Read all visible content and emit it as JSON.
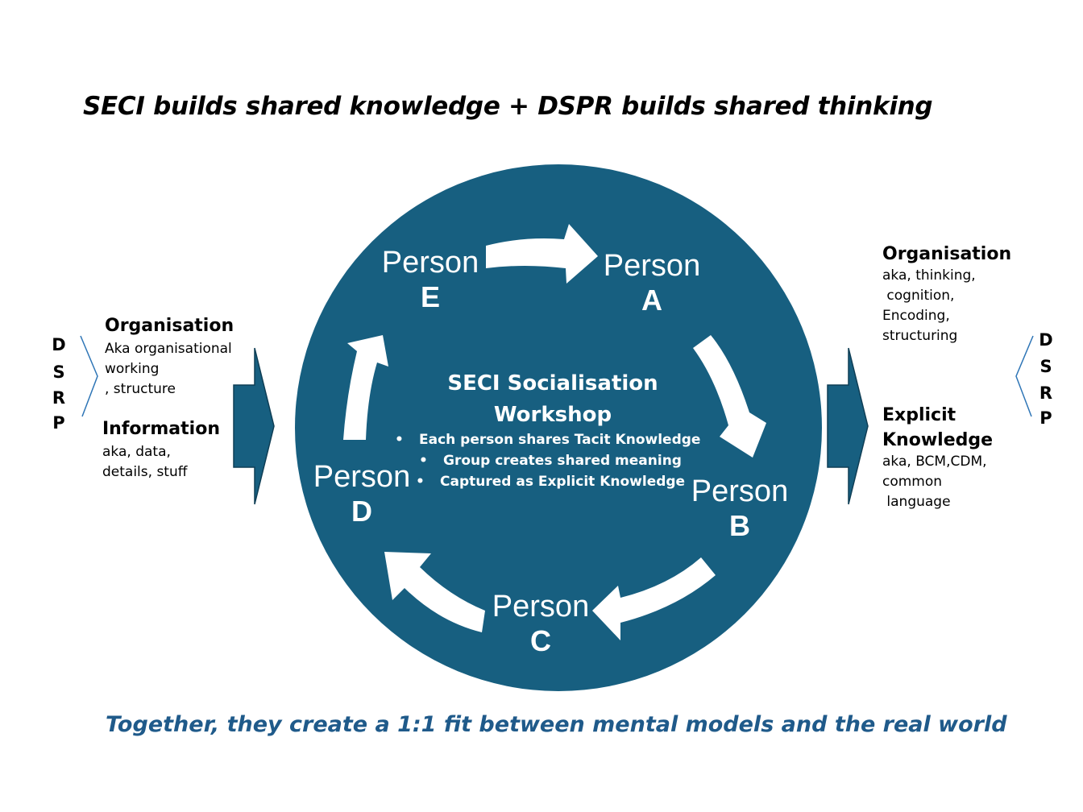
{
  "title": "SECI builds shared knowledge + DSPR builds shared thinking",
  "subtitle": "Together, they create a 1:1 fit between mental models and the real world",
  "colors": {
    "circle": "#175f80",
    "arrow_fill": "#ffffff",
    "side_arrow": "#175f80",
    "subtitle": "#1f5a8a"
  },
  "left": {
    "dsrp": [
      "D",
      "S",
      "R",
      "P"
    ],
    "organisation": {
      "heading": "Organisation",
      "lines": [
        "Aka organisational",
        "working",
        ", structure"
      ]
    },
    "information": {
      "heading": "Information",
      "lines": [
        "aka, data,",
        "details, stuff"
      ]
    }
  },
  "right": {
    "dsrp": [
      "D",
      "S",
      "R",
      "P"
    ],
    "organisation": {
      "heading": "Organisation",
      "lines": [
        "aka, thinking,",
        " cognition,",
        "Encoding,",
        "structuring"
      ]
    },
    "explicit": {
      "heading_line1": "Explicit",
      "heading_line2": "Knowledge",
      "lines": [
        "aka, BCM,CDM,",
        "common",
        " language"
      ]
    }
  },
  "center": {
    "title": "SECI Socialisation Workshop",
    "bullets": [
      "Each person shares Tacit  Knowledge",
      "Group creates shared meaning",
      "Captured as Explicit Knowledge"
    ]
  },
  "persons": [
    {
      "name": "Person",
      "letter": "A"
    },
    {
      "name": "Person",
      "letter": "B"
    },
    {
      "name": "Person",
      "letter": "C"
    },
    {
      "name": "Person",
      "letter": "D"
    },
    {
      "name": "Person",
      "letter": "E"
    }
  ]
}
